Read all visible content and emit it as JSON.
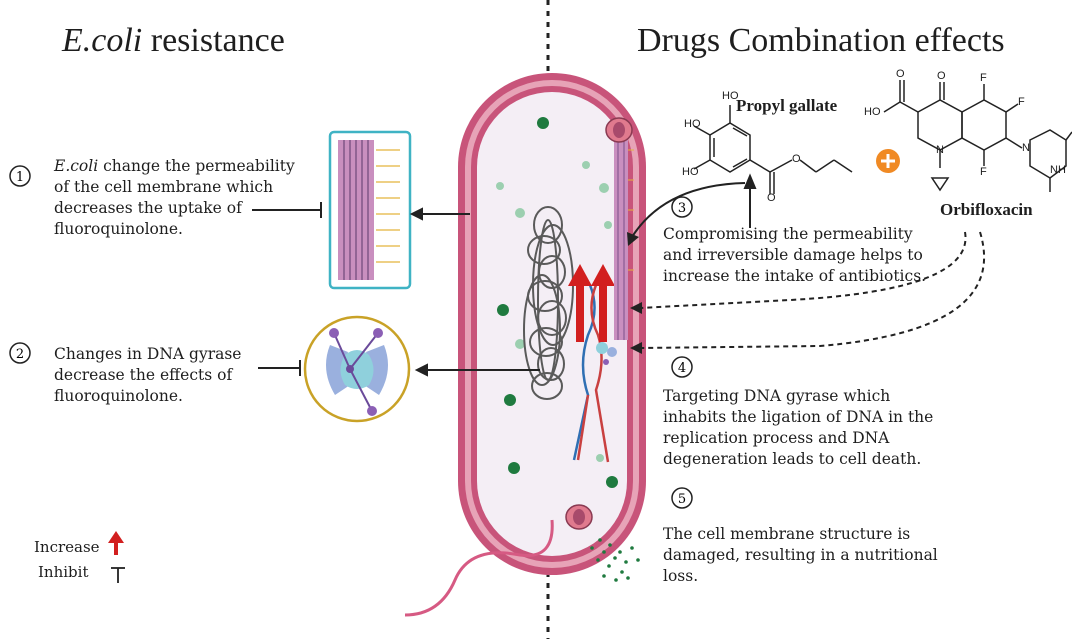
{
  "headings": {
    "left_italic": "E.coli",
    "left_rest": " resistance",
    "right": "Drugs Combination effects"
  },
  "steps": [
    {
      "number": "1",
      "line1_italic": "E.coli",
      "line1_rest": " change the permeability",
      "line2": "of the cell membrane which",
      "line3": "decreases the uptake of",
      "line4": "fluoroquinolone."
    },
    {
      "number": "2",
      "line1": "Changes in DNA gyrase",
      "line2": "decrease the effects of",
      "line3": "fluoroquinolone."
    },
    {
      "number": "3",
      "line1": "Compromising the permeability",
      "line2": "and irreversible damage helps to",
      "line3": "increase the intake of antibiotics."
    },
    {
      "number": "4",
      "line1": "Targeting DNA gyrase which",
      "line2": "inhabits the ligation of DNA in the",
      "line3": "replication process and DNA",
      "line4": "degeneration leads to cell death."
    },
    {
      "number": "5",
      "line1": "The cell membrane structure is",
      "line2": "damaged, resulting in a nutritional",
      "line3": "loss."
    }
  ],
  "compounds": {
    "propyl_gallate": "Propyl gallate",
    "orbifloxacin": "Orbifloxacin",
    "plus_symbol": "+",
    "atoms": {
      "ho": "HO",
      "oh": "HO",
      "o": "O",
      "f": "F",
      "n": "N",
      "nh": "NH"
    }
  },
  "legend": {
    "increase": "Increase",
    "inhibit": "Inhibit"
  },
  "colors": {
    "cell_wall": "#c8547a",
    "cell_wall_light": "#e7a3b7",
    "cytoplasm": "#f4eef5",
    "dna": "#5a5a5a",
    "increase_arrow": "#d21f1f",
    "circle_gold": "#c9a227",
    "box_teal": "#3fb3c4",
    "plus_orange": "#f08a24",
    "dots_green": "#1f7a3f"
  }
}
